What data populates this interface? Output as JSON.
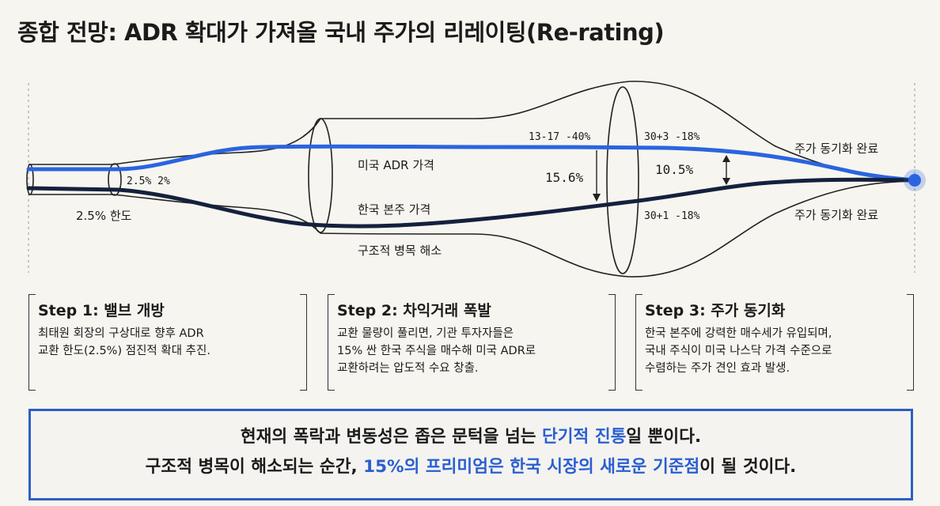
{
  "title": "종합 전망: ADR 확대가 가져올 국내 주가의 리레이팅(Re-rating)",
  "diagram": {
    "us_adr_label": "미국 ADR 가격",
    "kr_label": "한국 본주 가격",
    "bottleneck_label": "구조적 병목 해소",
    "limit_label": "2.5% 한도",
    "inner_label": "2.5% 2%",
    "gap1_top": "13-17 -40%",
    "gap1_value": "15.6%",
    "gap2_top": "30+3 -18%",
    "gap2_value": "10.5%",
    "gap2_bottom": "30+1 -18%",
    "sync_top": "주가 동기화 완료",
    "sync_bottom": "주가 동기화 완료"
  },
  "colors": {
    "us_adr_line": "#2a64e0",
    "kr_line": "#14213d",
    "accent": "#2a5fd0"
  },
  "steps": [
    {
      "title": "Step 1: 밸브 개방",
      "body": "최태원 회장의 구상대로 향후 ADR\n교환 한도(2.5%) 점진적 확대 추진."
    },
    {
      "title": "Step 2: 차익거래 폭발",
      "body": "교환 물량이 풀리면, 기관 투자자들은\n15% 싼 한국 주식을 매수해 미국 ADR로\n교환하려는 압도적 수요 창출."
    },
    {
      "title": "Step 3: 주가 동기화",
      "body": "한국 본주에 강력한 매수세가 유입되며,\n국내 주식이 미국 나스닥 가격 수준으로\n수렴하는 주가 견인 효과 발생."
    }
  ],
  "conclusion": {
    "line1_a": "현재의 폭락과 변동성은 좁은 문턱을 넘는 ",
    "line1_hl": "단기적 진통",
    "line1_b": "일 뿐이다.",
    "line2_a": "구조적 병목이 해소되는 순간, ",
    "line2_hl": "15%의 프리미엄은 한국 시장의 새로운 기준점",
    "line2_b": "이 될 것이다."
  }
}
